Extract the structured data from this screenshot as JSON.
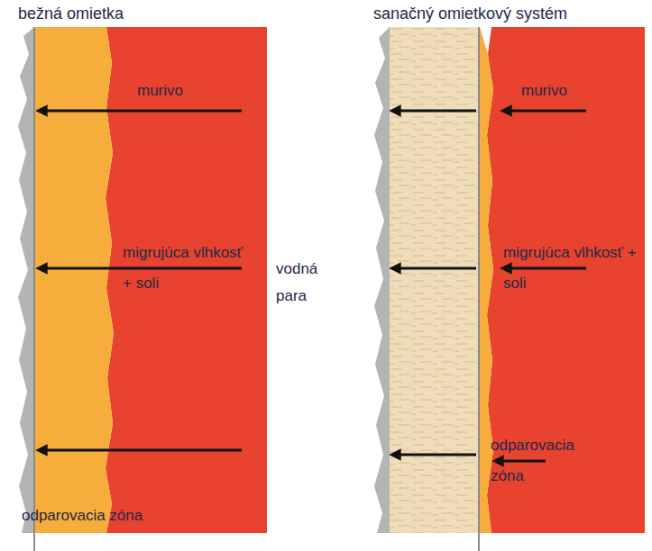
{
  "diagram": {
    "labels": [
      "bežná omietka",
      "sanačný omietkový systém",
      "murivo",
      "migrujúca vlhkosť + soli",
      "vodná para",
      "odparovacia zóna",
      "murivo",
      "migrujúca vlhkosť + soli",
      "odparovacia zóna"
    ]
  }
}
